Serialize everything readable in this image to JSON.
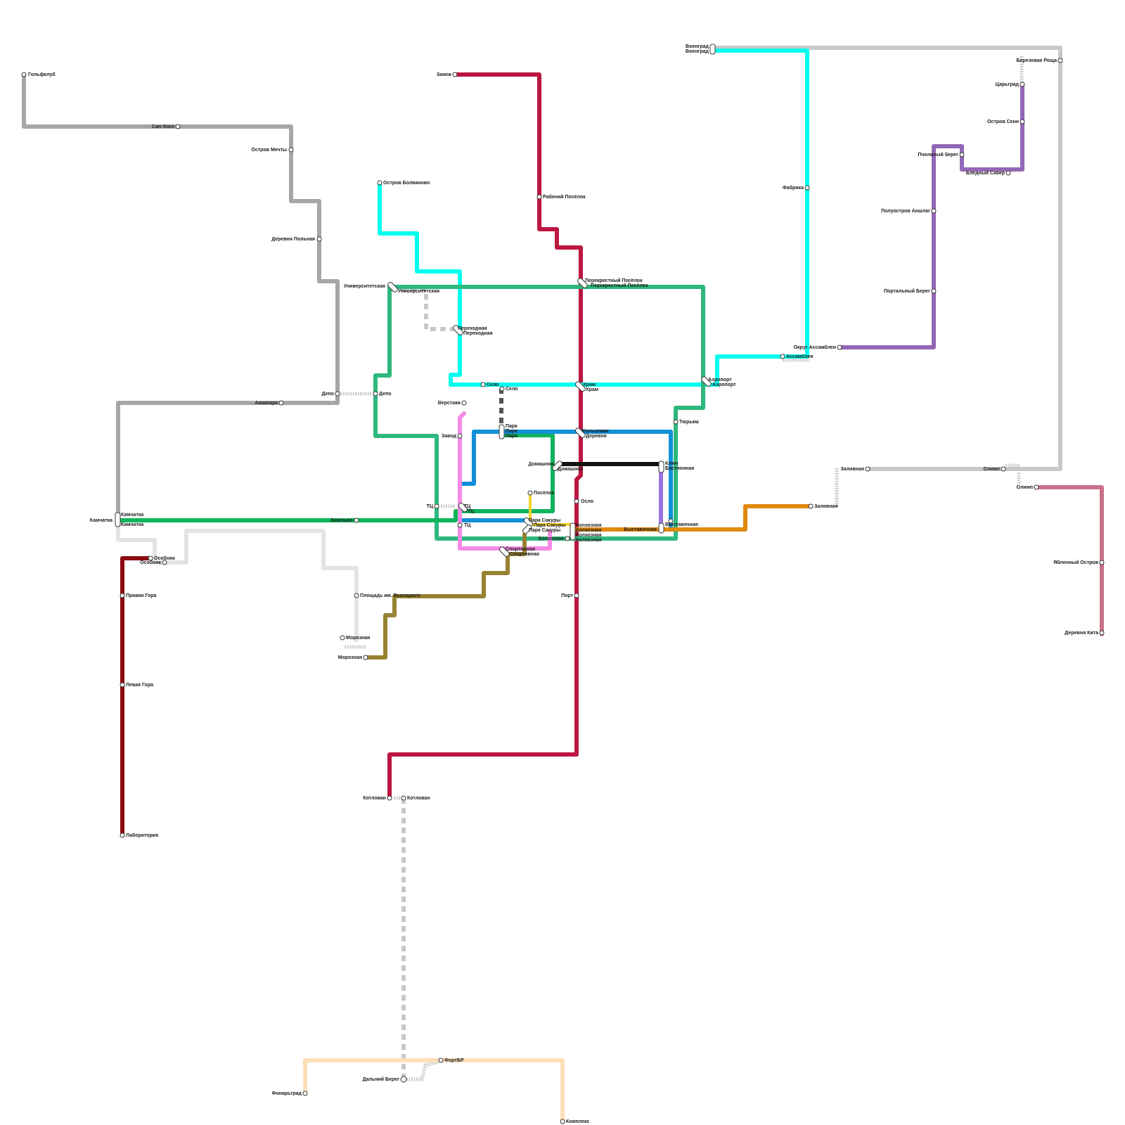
{
  "lines": {
    "grey": "#a6a6a6",
    "light_grey": "#c8c8c8",
    "pale_grey": "#e3e3e3",
    "crimson": "#bc1640",
    "dark_red": "#8b0a10",
    "aqua": "#00ffee",
    "teal_green": "#2eb87d",
    "green": "#0fb45a",
    "blue": "#1190d8",
    "pink": "#f58ae6",
    "olive": "#978232",
    "yellow": "#f4d22b",
    "orange": "#e08a0e",
    "black": "#111111",
    "violet": "#9873e0",
    "purple": "#9467b6",
    "rose": "#c87188",
    "peach": "#ffdfb9",
    "charcoal": "#555555"
  },
  "stations": {
    "golfklub": "Гольфклуб",
    "san_hose": "Сан-Хосе",
    "ostrov_mechty": "Остров Мечты",
    "derevnya_polnaya": "Деревня Польная",
    "depo_w": "Депо",
    "depo_e": "Депо",
    "akvapark": "Аквапарк",
    "kamchatka_w": "Камчатка",
    "kamchatka_1": "Камчатка",
    "kamchatka_2": "Камчатка",
    "khimlyko": "Химлыко",
    "zamok": "Замок",
    "rabochiy": "Рабочий Посёлок",
    "ostrov_bolvanovo": "Остров Болваново",
    "univ_1": "Университетская",
    "univ_2": "Университетская",
    "perekhod_1": "Переходная",
    "perekhod_2": "Переходная",
    "perekrest_1": "Перекрестный Посёлок",
    "perekrest_2": "Перекрестный Посёлок",
    "selo_1": "Село",
    "selo_2": "Село",
    "khram_1": "Храм",
    "khram_2": "Храм",
    "aeroport_1": "Аэропорт",
    "aeroport_2": "Аэропорт",
    "verstaki": "Верстаки",
    "zavod": "Завод",
    "park_1": "Парк",
    "park_2": "Парк",
    "park_3": "Парк",
    "koltsevaya": "Кольцевая",
    "derevnya": "Деревня",
    "tyurma": "Тюрьма",
    "domashnyaya_1": "Домашняя",
    "domashnyaya_2": "Домашняя",
    "klyuch": "Ключ",
    "bastionnaya": "Бастионная",
    "poselok": "Посёлок",
    "oslo": "Осло",
    "tc_w": "ТЦ",
    "tc_1": "ТЦ",
    "tc_2": "ТЦ",
    "park_sakury_1": "Парк Сакуры",
    "park_sakury_2": "Парк Сакуры",
    "park_sakury_3": "Парк Сакуры",
    "kolkhoz_1": "Колхозная",
    "kolkhoz_2": "Колхозная",
    "kolkhoz_3": "Колхозная",
    "kolkhoz_4": "Колхозная",
    "kolkhoz_5": "Колхозная",
    "vystavochnaya_1": "Выставочная",
    "vystavochnaya_2": "Выставочная",
    "vystavochnaya_3": "Выставочная",
    "sportivnaya_1": "Спортивная",
    "sportivnaya_2": "Спортивная",
    "osobnyak_1": "Особняк",
    "osobnyak_2": "Особняк",
    "pravaya_gora": "Правая Гора",
    "levaya_gora": "Левая Гора",
    "laboratoriya": "Лаборатория",
    "ploshchad": "Площадь им. Высоцкого",
    "moroznaya_1": "Морозная",
    "moroznaya_2": "Морозная",
    "port": "Порт",
    "kotlovan_1": "Котлован",
    "kotlovan_2": "Котлован",
    "fortbr": "ФортБР",
    "dalniy_bereg": "Дальний Берег",
    "fonargrad": "Фонарьград",
    "kompleks": "Комплекс",
    "voengrad_1": "Военград",
    "voengrad_2": "Военград",
    "fabrika": "Фабрика",
    "okrug_assambley": "Округ Ассамблеи",
    "assambleya": "Ассамблея",
    "zalivnaya_1": "Заливная",
    "zalivnaya_2": "Заливная",
    "berezovaya_roshcha": "Березовая Роща",
    "tsargrad": "Царьград",
    "ostrov_senn": "Остров Сенн",
    "pchelinyy_bereg": "Пчелиный берег",
    "blednyy_skver": "Бледный Сквер",
    "poluostrov_anshlag": "Полуостров Аншлаг",
    "portalnyy_bereg": "Портальный Берег",
    "olimp_1": "Олимп",
    "olimp_2": "Олимп",
    "yablochnyy_ostrov": "Яблочный Остров",
    "derevnya_kita": "Деревня Кита"
  }
}
